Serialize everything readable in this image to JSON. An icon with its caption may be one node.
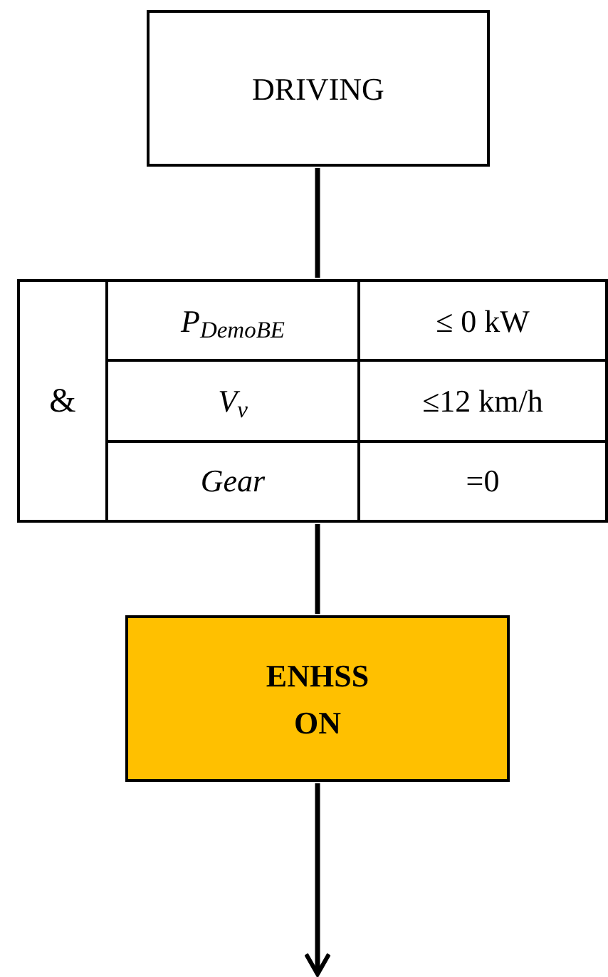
{
  "diagram": {
    "nodes": [
      {
        "text": [
          "DRIVING"
        ]
      },
      {
        "text": [
          "&"
        ]
      },
      {
        "text": [
          "ENHSS ON"
        ]
      }
    ],
    "edges": [
      {
        "from": 0,
        "to": 1,
        "arrow": "none"
      },
      {
        "from": 1,
        "to": 2,
        "arrow": "none"
      },
      {
        "from": 2,
        "to": null,
        "arrow": "to"
      }
    ],
    "labels": [
      "P$_{DemoBE}$",
      "≤ 0 kW",
      "V$_{v}$",
      "≤12 km/h",
      "Gear",
      "=0"
    ]
  }
}
